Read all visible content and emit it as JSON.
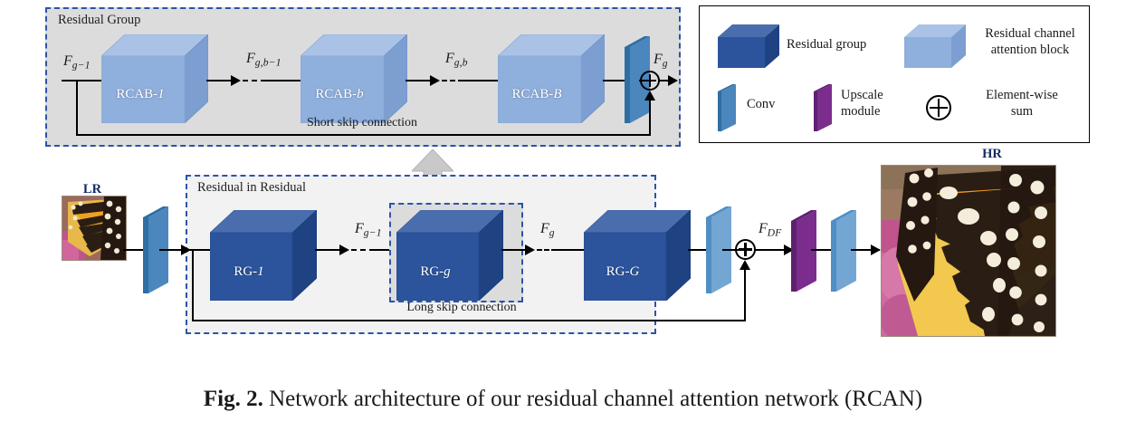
{
  "figure": {
    "caption_label": "Fig. 2.",
    "caption_text": "Network architecture of our residual channel attention network (RCAN)"
  },
  "colors": {
    "residual_group_front": "#2c549c",
    "residual_group_top": "#4a6dae",
    "residual_group_side": "#1f4282",
    "rcab_front": "#8fafdc",
    "rcab_top": "#a9c2e6",
    "rcab_side": "#7c9ed0",
    "conv": "#4b86bd",
    "conv_light": "#74a6d4",
    "upscale": "#7b2d8e",
    "upscale_light": "#9a47ac",
    "dashed_border": "#2b54a8",
    "panel_grey": "#dcdcdc",
    "panel_light": "#f2f2f2",
    "label_blue": "#142a63"
  },
  "residual_group_panel": {
    "title": "Residual Group",
    "blocks": [
      {
        "label_prefix": "RCAB-",
        "label_italic": "1"
      },
      {
        "label_prefix": "RCAB-",
        "label_italic": "b"
      },
      {
        "label_prefix": "RCAB-",
        "label_italic": "B"
      }
    ],
    "conv_name": "Conv",
    "sum_name": "Element-wise sum",
    "skip_label": "Short skip connection",
    "math_in": {
      "base": "F",
      "sub": "g−1"
    },
    "math_mid1": {
      "base": "F",
      "sub": "g,b−1"
    },
    "math_mid2": {
      "base": "F",
      "sub": "g,b"
    },
    "math_out": {
      "base": "F",
      "sub": "g"
    }
  },
  "residual_in_residual_panel": {
    "title": "Residual in Residual",
    "blocks": [
      {
        "label_prefix": "RG-",
        "label_italic": "1"
      },
      {
        "label_prefix": "RG-",
        "label_italic": "g"
      },
      {
        "label_prefix": "RG-",
        "label_italic": "G"
      }
    ],
    "conv_name": "Conv",
    "sum_name": "Element-wise sum",
    "skip_label": "Long skip connection",
    "math_mid1": {
      "base": "F",
      "sub": "g−1"
    },
    "math_mid2": {
      "base": "F",
      "sub": "g"
    },
    "math_df": {
      "base": "F",
      "sub": "DF"
    }
  },
  "images": {
    "input_label": "LR",
    "output_label": "HR"
  },
  "tail": {
    "upscale_name": "Upscale module",
    "conv_name": "Conv"
  },
  "legend": {
    "items": [
      {
        "icon": "cube-dark",
        "label": "Residual group"
      },
      {
        "icon": "cube-light",
        "label_line1": "Residual channel",
        "label_line2": "attention block"
      },
      {
        "icon": "parallelogram-blue",
        "label": "Conv"
      },
      {
        "icon": "parallelogram-purple",
        "label_line1": "Upscale",
        "label_line2": "module"
      },
      {
        "icon": "circle-plus-icon",
        "label_line1": "Element-wise",
        "label_line2": "sum"
      }
    ]
  }
}
